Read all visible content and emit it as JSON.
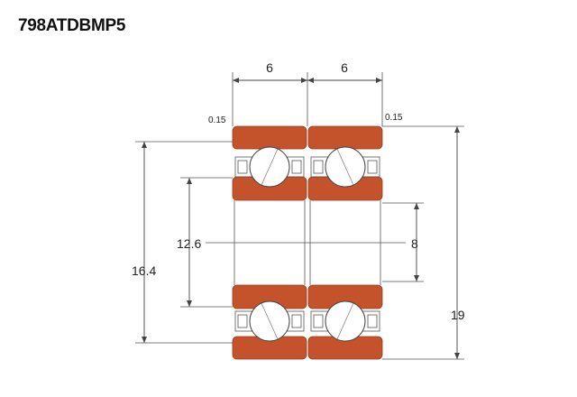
{
  "title": "798ATDBMP5",
  "colors": {
    "ring": "#c4532b",
    "ring_edge": "#9a3a1c",
    "line": "#444444"
  },
  "dimensions": {
    "width_left": "6",
    "width_right": "6",
    "chamfer_left": "0.15",
    "chamfer_right": "0.15",
    "outer_diameter_inner_bore_span": "16.4",
    "pitch": "12.6",
    "bore": "8",
    "outer_diameter": "19"
  }
}
